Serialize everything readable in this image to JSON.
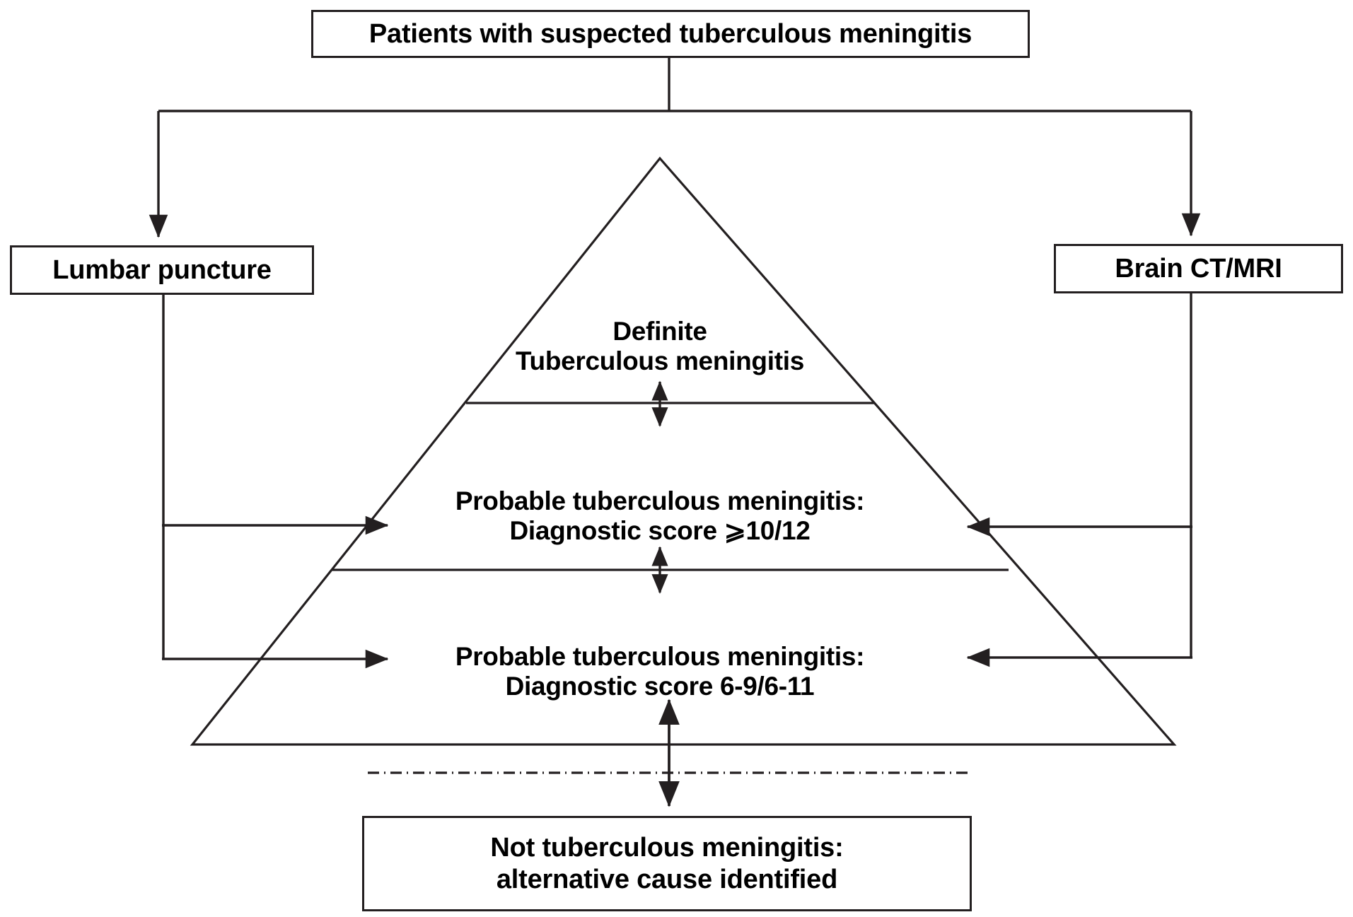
{
  "diagram": {
    "title": "Diagnostic classification flowchart for tuberculous meningitis",
    "colors": {
      "stroke": "#231f20",
      "text": "#000000",
      "background": "#ffffff"
    },
    "boxes": {
      "top": {
        "label": "Patients with suspected tuberculous meningitis"
      },
      "left": {
        "label": "Lumbar puncture"
      },
      "right": {
        "label": "Brain CT/MRI"
      },
      "bottom": {
        "line1": "Not tuberculous meningitis:",
        "line2": "alternative cause identified"
      }
    },
    "pyramid": {
      "tiers": [
        {
          "name": "definite",
          "line1": "Definite",
          "line2": "Tuberculous meningitis"
        },
        {
          "name": "probable-high",
          "line1": "Probable tuberculous meningitis:",
          "line2": "Diagnostic score ⩾10/12"
        },
        {
          "name": "probable-low",
          "line1": "Probable tuberculous meningitis:",
          "line2": "Diagnostic score 6-9/6-11"
        }
      ]
    },
    "connectors": [
      {
        "name": "top-to-lumbar",
        "type": "elbow-arrow",
        "direction": "down"
      },
      {
        "name": "top-to-brain",
        "type": "elbow-arrow",
        "direction": "down"
      },
      {
        "name": "lumbar-to-probable-high",
        "type": "elbow-arrow",
        "direction": "right"
      },
      {
        "name": "lumbar-to-probable-low",
        "type": "elbow-arrow",
        "direction": "right"
      },
      {
        "name": "brain-to-probable-high",
        "type": "elbow-arrow",
        "direction": "left"
      },
      {
        "name": "brain-to-probable-low",
        "type": "elbow-arrow",
        "direction": "left"
      },
      {
        "name": "definite-probable-high-divider",
        "type": "double-arrow",
        "direction": "vertical"
      },
      {
        "name": "probable-high-probable-low-divider",
        "type": "double-arrow",
        "direction": "vertical"
      },
      {
        "name": "probable-low-to-not-tbm",
        "type": "double-arrow",
        "direction": "vertical"
      },
      {
        "name": "exclusion-threshold",
        "type": "dash-dot-line",
        "direction": "horizontal"
      }
    ]
  }
}
